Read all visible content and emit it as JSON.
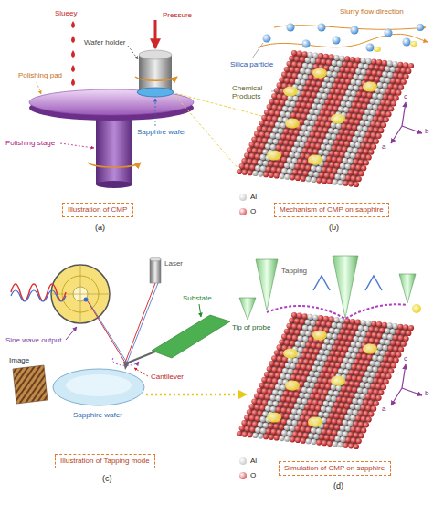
{
  "diagram": {
    "nodes": [
      {
        "text": [
          "Illustration of CMP"
        ]
      },
      {
        "text": [
          "Mechanism of CMP on sapphire"
        ]
      },
      {
        "text": [
          "Illustration of Tapping mode"
        ]
      },
      {
        "text": [
          "Simulation of CMP on sapphire"
        ]
      }
    ],
    "labels": [
      "(a)",
      "Slueey",
      "Pressure",
      "Wafer holder",
      "Polishing pad",
      "Polishing stage",
      "Sapphire wafer",
      "Slurry flow direction",
      "Silica particle",
      "Chemical Products",
      "c",
      "b",
      "a",
      "(b)",
      "Laser",
      "Substate",
      "Sine wave output",
      "Image",
      "Cantilever",
      "Sapphire wafer",
      "(c)",
      "Tapping",
      "Tip of probe",
      "c",
      "b",
      "a",
      "(d)"
    ],
    "legend": [
      {
        "text": "Al",
        "color": "#b8b8b8"
      },
      {
        "text": "O",
        "color": "#d42020"
      },
      {
        "text": "Al",
        "color": "#b8b8b8"
      },
      {
        "text": "O",
        "color": "#d42020"
      }
    ]
  }
}
